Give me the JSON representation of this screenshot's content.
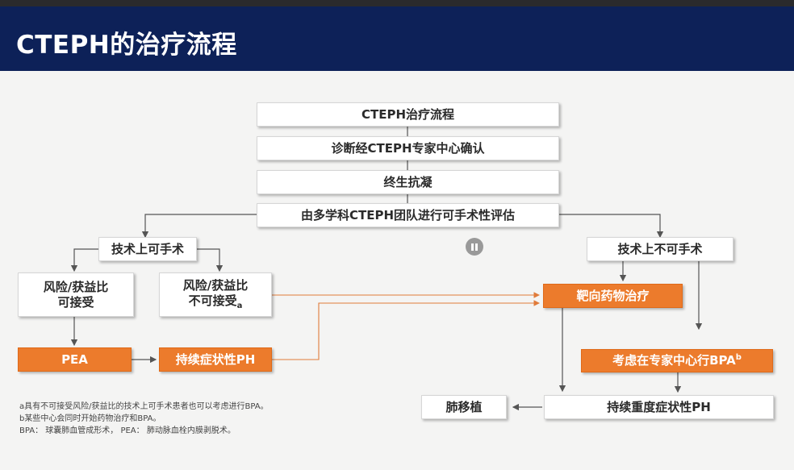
{
  "header": {
    "title": "CTEPH的治疗流程"
  },
  "flow": {
    "n1": "CTEPH治疗流程",
    "n2": "诊断经CTEPH专家中心确认",
    "n3": "终生抗凝",
    "n4": "由多学科CTEPH团队进行可手术性评估",
    "operable": "技术上可手术",
    "inoperable": "技术上不可手术",
    "risk_ok": [
      "风险/获益比",
      "可接受"
    ],
    "risk_not_ok": [
      "风险/获益比",
      "不可接受"
    ],
    "risk_not_ok_mark": "a",
    "pea": "PEA",
    "persist_ph": "持续症状性PH",
    "targeted": "靶向药物治疗",
    "consider_bpa": "考虑在专家中心行BPA",
    "consider_bpa_mark": "b",
    "severe_ph": "持续重度症状性PH",
    "lung_tx": "肺移植"
  },
  "footnotes": [
    "a具有不可接受风险/获益比的技术上可手术患者也可以考虑进行BPA。",
    "b某些中心会同时开始药物治疗和BPA。",
    "BPA： 球囊肺血管成形术， PEA： 肺动脉血栓内膜剥脱术。"
  ],
  "colors": {
    "header": "#0d2158",
    "accent": "#ec7b2c",
    "line": "#555555"
  }
}
